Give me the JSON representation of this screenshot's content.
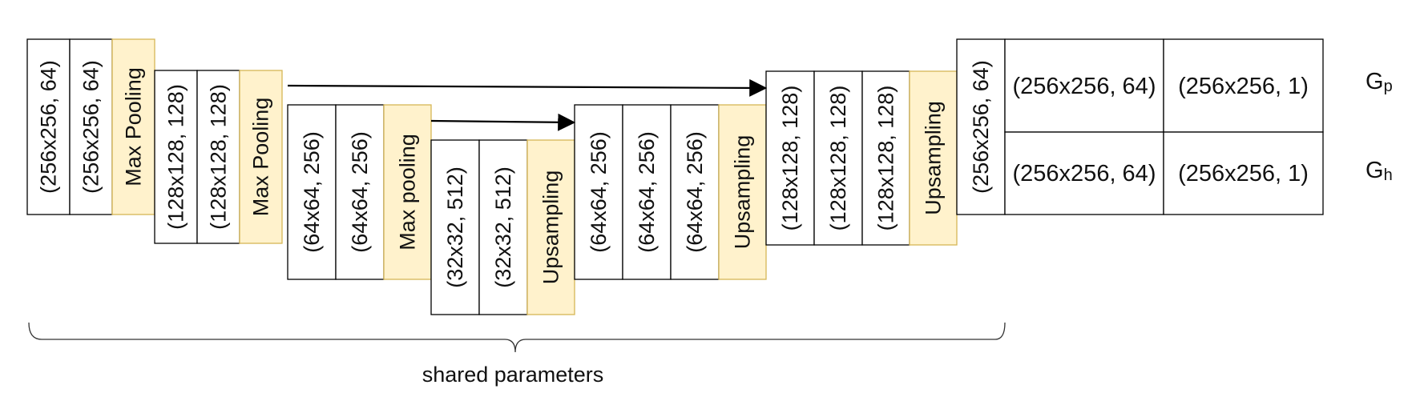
{
  "encoder": {
    "stage1": [
      "(256x256, 64)",
      "(256x256, 64)",
      "Max Pooling"
    ],
    "stage2": [
      "(128x128, 128)",
      "(128x128, 128)",
      "Max Pooling"
    ],
    "stage3": [
      "(64x64, 256)",
      "(64x64, 256)",
      "Max pooling"
    ],
    "bottleneck": [
      "(32x32, 512)",
      "(32x32, 512)",
      "Upsampling"
    ]
  },
  "decoder": {
    "stage1": [
      "(64x64, 256)",
      "(64x64, 256)",
      "(64x64, 256)",
      "Upsampling"
    ],
    "stage2": [
      "(128x128, 128)",
      "(128x128, 128)",
      "(128x128, 128)",
      "Upsampling"
    ],
    "stage3": [
      "(256x256, 64)"
    ]
  },
  "heads": [
    {
      "name": "G",
      "subscript": "p",
      "cells": [
        "(256x256, 64)",
        "(256x256, 1)"
      ]
    },
    {
      "name": "G",
      "subscript": "h",
      "cells": [
        "(256x256, 64)",
        "(256x256, 1)"
      ]
    }
  ],
  "brace_label": "shared parameters",
  "colors": {
    "pool_fill": "#fff2cc",
    "pool_stroke": "#d6b656",
    "box_stroke": "#000000"
  }
}
